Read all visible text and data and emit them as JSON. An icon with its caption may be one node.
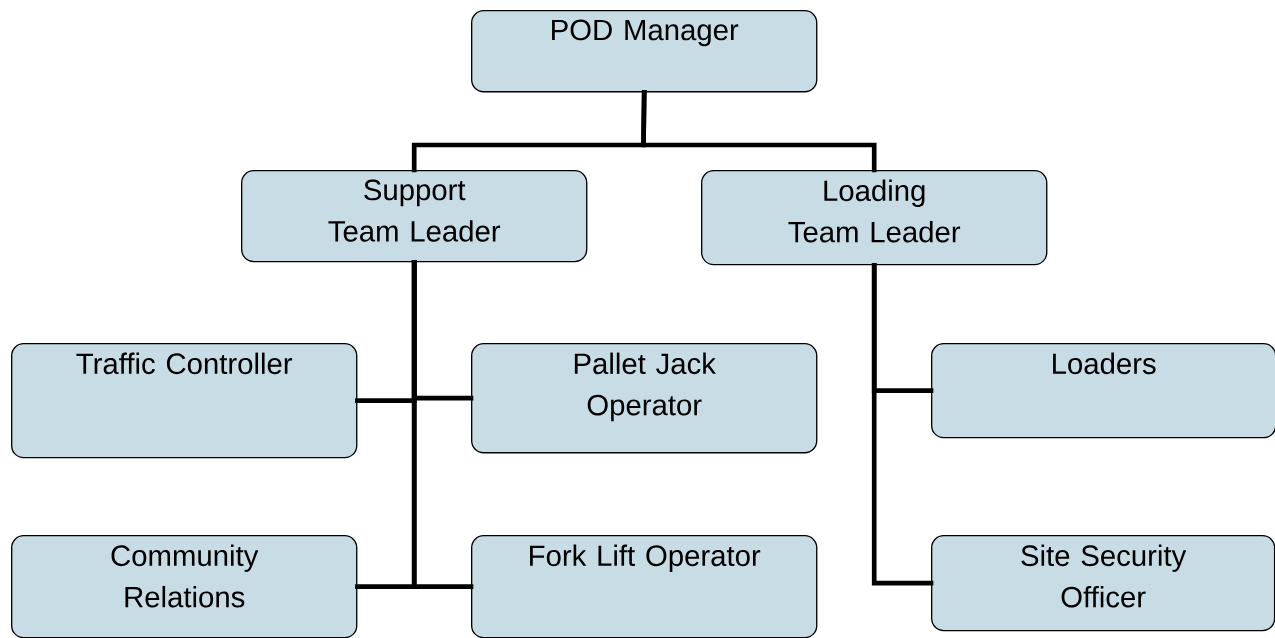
{
  "diagram": {
    "nodes": [
      {
        "text": [
          "POD Manager"
        ]
      },
      {
        "text": [
          "Support Team Leader"
        ]
      },
      {
        "text": [
          "Loading Team Leader"
        ]
      },
      {
        "text": [
          "Traffic Controller"
        ]
      },
      {
        "text": [
          "Pallet Jack Operator"
        ]
      },
      {
        "text": [
          "Loaders"
        ]
      },
      {
        "text": [
          "Community Relations"
        ]
      },
      {
        "text": [
          "Fork Lift Operator"
        ]
      },
      {
        "text": [
          "Site Security Officer"
        ]
      }
    ],
    "edges": [
      {
        "from": 0,
        "to": 1,
        "arrow": "none"
      },
      {
        "from": 0,
        "to": 2,
        "arrow": "none"
      },
      {
        "from": 1,
        "to": 3,
        "arrow": "none"
      },
      {
        "from": 1,
        "to": 4,
        "arrow": "none"
      },
      {
        "from": 1,
        "to": 6,
        "arrow": "none"
      },
      {
        "from": 1,
        "to": 7,
        "arrow": "none"
      },
      {
        "from": 2,
        "to": 5,
        "arrow": "none"
      },
      {
        "from": 2,
        "to": 8,
        "arrow": "none"
      }
    ]
  }
}
